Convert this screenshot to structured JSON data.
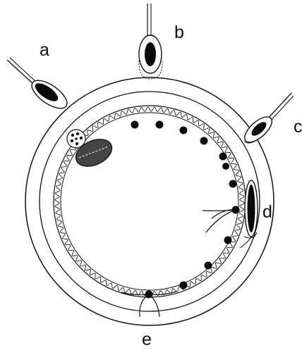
{
  "labels": {
    "a": "a",
    "b": "b",
    "c": "c",
    "d": "d",
    "e": "e"
  },
  "colors": {
    "ink": "#111111",
    "background": "#ffffff",
    "fill_dark": "#0a0a0a",
    "fill_mid": "#444444"
  }
}
